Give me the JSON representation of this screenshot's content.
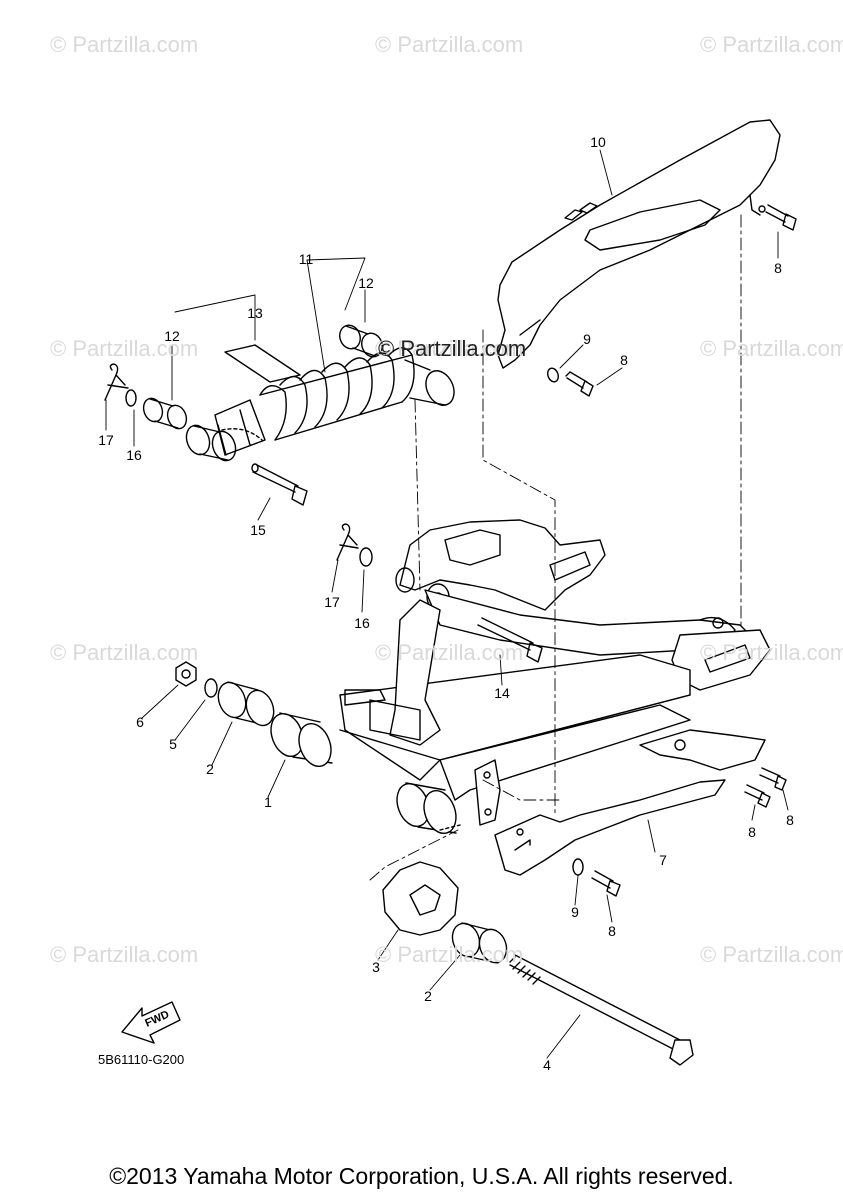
{
  "watermarks": [
    "© Partzilla.com",
    "© Partzilla.com",
    "© Partzilla.com",
    "© Partzilla.com",
    "© Partzilla.com",
    "© Partzilla.com",
    "© Partzilla.com",
    "© Partzilla.com",
    "© Partzilla.com",
    "© Partzilla.com",
    "© Partzilla.com",
    "© Partzilla.com"
  ],
  "center_watermark": "© Partzilla.com",
  "callouts": [
    "10",
    "8",
    "11",
    "12",
    "13",
    "12",
    "9",
    "8",
    "17",
    "16",
    "15",
    "17",
    "16",
    "14",
    "6",
    "5",
    "2",
    "1",
    "7",
    "8",
    "8",
    "9",
    "8",
    "3",
    "2",
    "4"
  ],
  "fwd_label": "FWD",
  "diagram_code": "5B61110-G200",
  "copyright": "©2013 Yamaha Motor Corporation, U.S.A. All rights reserved."
}
